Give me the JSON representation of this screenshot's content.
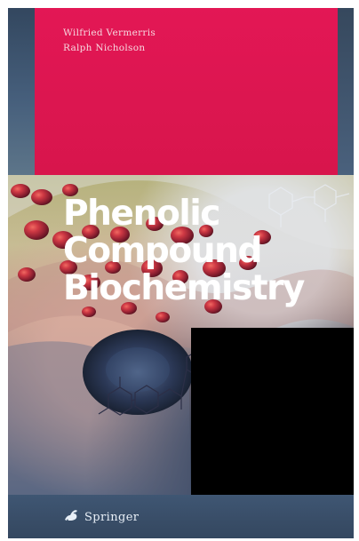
{
  "book": {
    "authors": [
      "Wilfried Vermerris",
      "Ralph Nicholson"
    ],
    "title_lines": [
      "Phenolic",
      "Compound",
      "Biochemistry"
    ],
    "publisher": "Springer"
  },
  "colors": {
    "header_red": "#e31755",
    "slate_blue": "#3f5673",
    "rose_red": "#df1656",
    "leaf_green": "#6e8d31"
  },
  "icons": {
    "publisher_logo": "springer-horse-icon"
  }
}
